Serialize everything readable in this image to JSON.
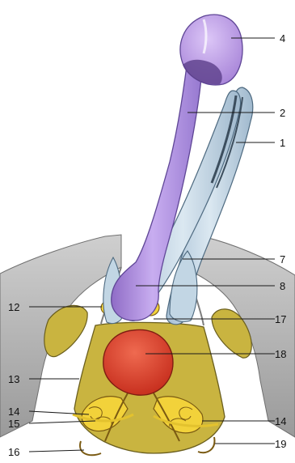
{
  "labels": {
    "l1": "1",
    "l2": "2",
    "l4": "4",
    "l7": "7",
    "l8": "8",
    "l12": "12",
    "l13": "13",
    "l14a": "14",
    "l14b": "14",
    "l15": "15",
    "l16": "16",
    "l17": "17",
    "l18": "18",
    "l19": "19"
  },
  "colors": {
    "pelvic_bone": "#b9b9b9",
    "pelvic_bone_shadow": "#7e7e7e",
    "olive_floor": "#c9b440",
    "bladder": "#e2452f",
    "violet_shaft": "#b89be0",
    "violet_tip": "#c7a9ec",
    "blue_body": "#c2d6e4",
    "yellow_gland": "#f2d23a"
  }
}
